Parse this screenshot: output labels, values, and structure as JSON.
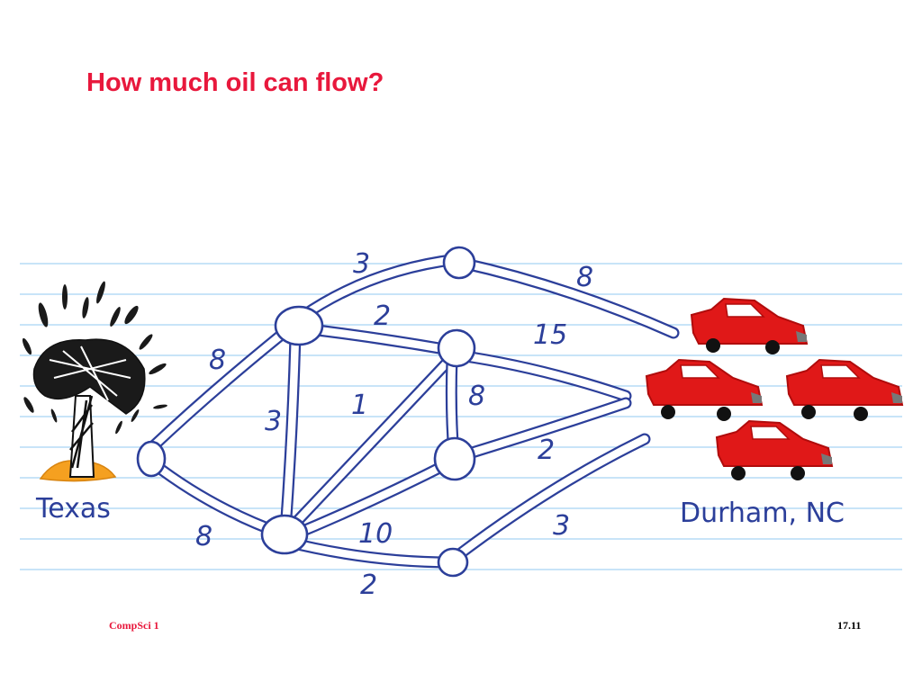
{
  "slide": {
    "title": "How much oil can flow?",
    "footer_course": "CompSci 1",
    "slide_number": "17.11"
  },
  "diagram": {
    "source_label": "Texas",
    "sink_label": "Durham, NC",
    "pipe_color": "#2c3f9a",
    "title_color": "#e8183c",
    "car_color": "#e01818",
    "ruling_color": "#a8d4f4",
    "gusher_color": "#1a1a1a",
    "ground_color": "#f5a020",
    "capacities": {
      "texas_a": "8",
      "texas_b": "8",
      "a_c": "3",
      "c_sink_top": "8",
      "a_e": "2",
      "a_b": "3",
      "b_e": "1",
      "e_sink": "15",
      "e_d": "8",
      "d_sink": "2",
      "b_d": "10",
      "b_f": "2",
      "f_sink": "3"
    },
    "car_count": 4
  }
}
